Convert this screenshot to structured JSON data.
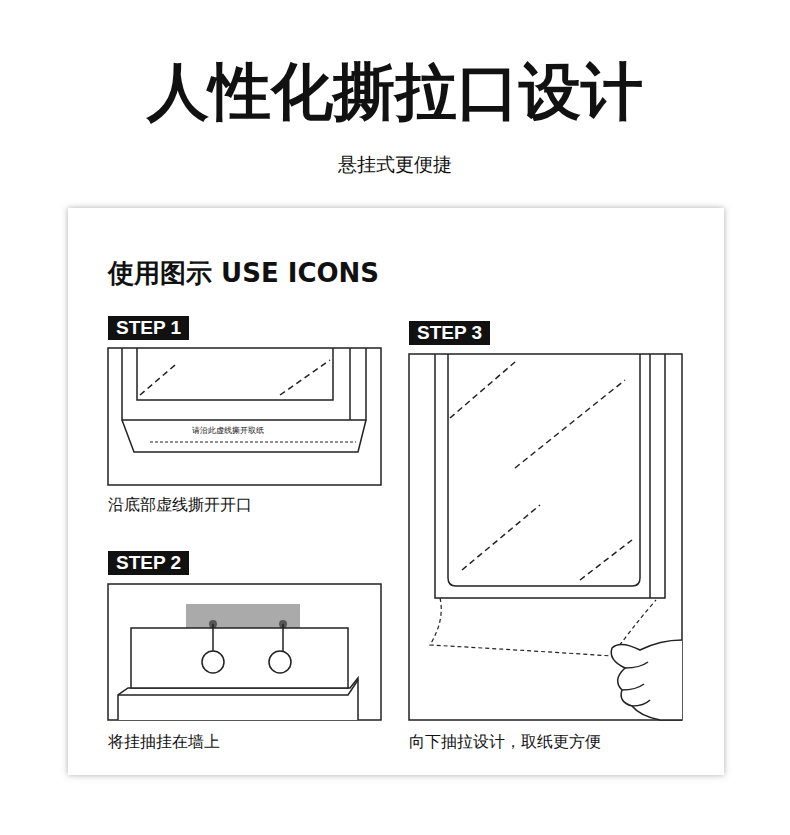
{
  "diagram": {
    "title": "人性化撕拉口设计",
    "nodes": [
      {
        "text": [
          "使用图示 USE ICONS"
        ]
      },
      {
        "text": [
          "STEP 1"
        ],
        "in": 0
      },
      {
        "text": [
          "STEP 2"
        ],
        "in": 0
      },
      {
        "text": [
          "STEP 3"
        ],
        "in": 0
      }
    ],
    "labels": [
      "悬挂式更便捷",
      "请沿此虚线撕开取纸",
      "沿底部虚线撕开开口",
      "将挂抽挂在墙上",
      "向下抽拉设计，取纸更方便"
    ]
  }
}
